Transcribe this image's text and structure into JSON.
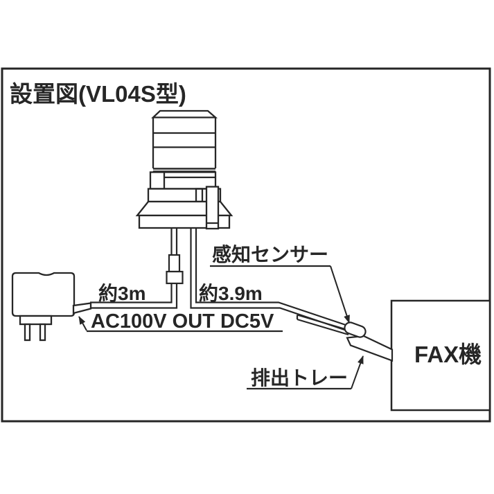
{
  "diagram": {
    "title": "設置図(VL04S型)",
    "labels": {
      "power_cable_length": "約3m",
      "sensor_cable_length": "約3.9m",
      "adapter_spec": "AC100V OUT DC5V",
      "sensor": "感知センサー",
      "tray": "排出トレー",
      "fax_machine": "FAX機"
    },
    "colors": {
      "line": "#262626",
      "background": "#ffffff"
    }
  }
}
